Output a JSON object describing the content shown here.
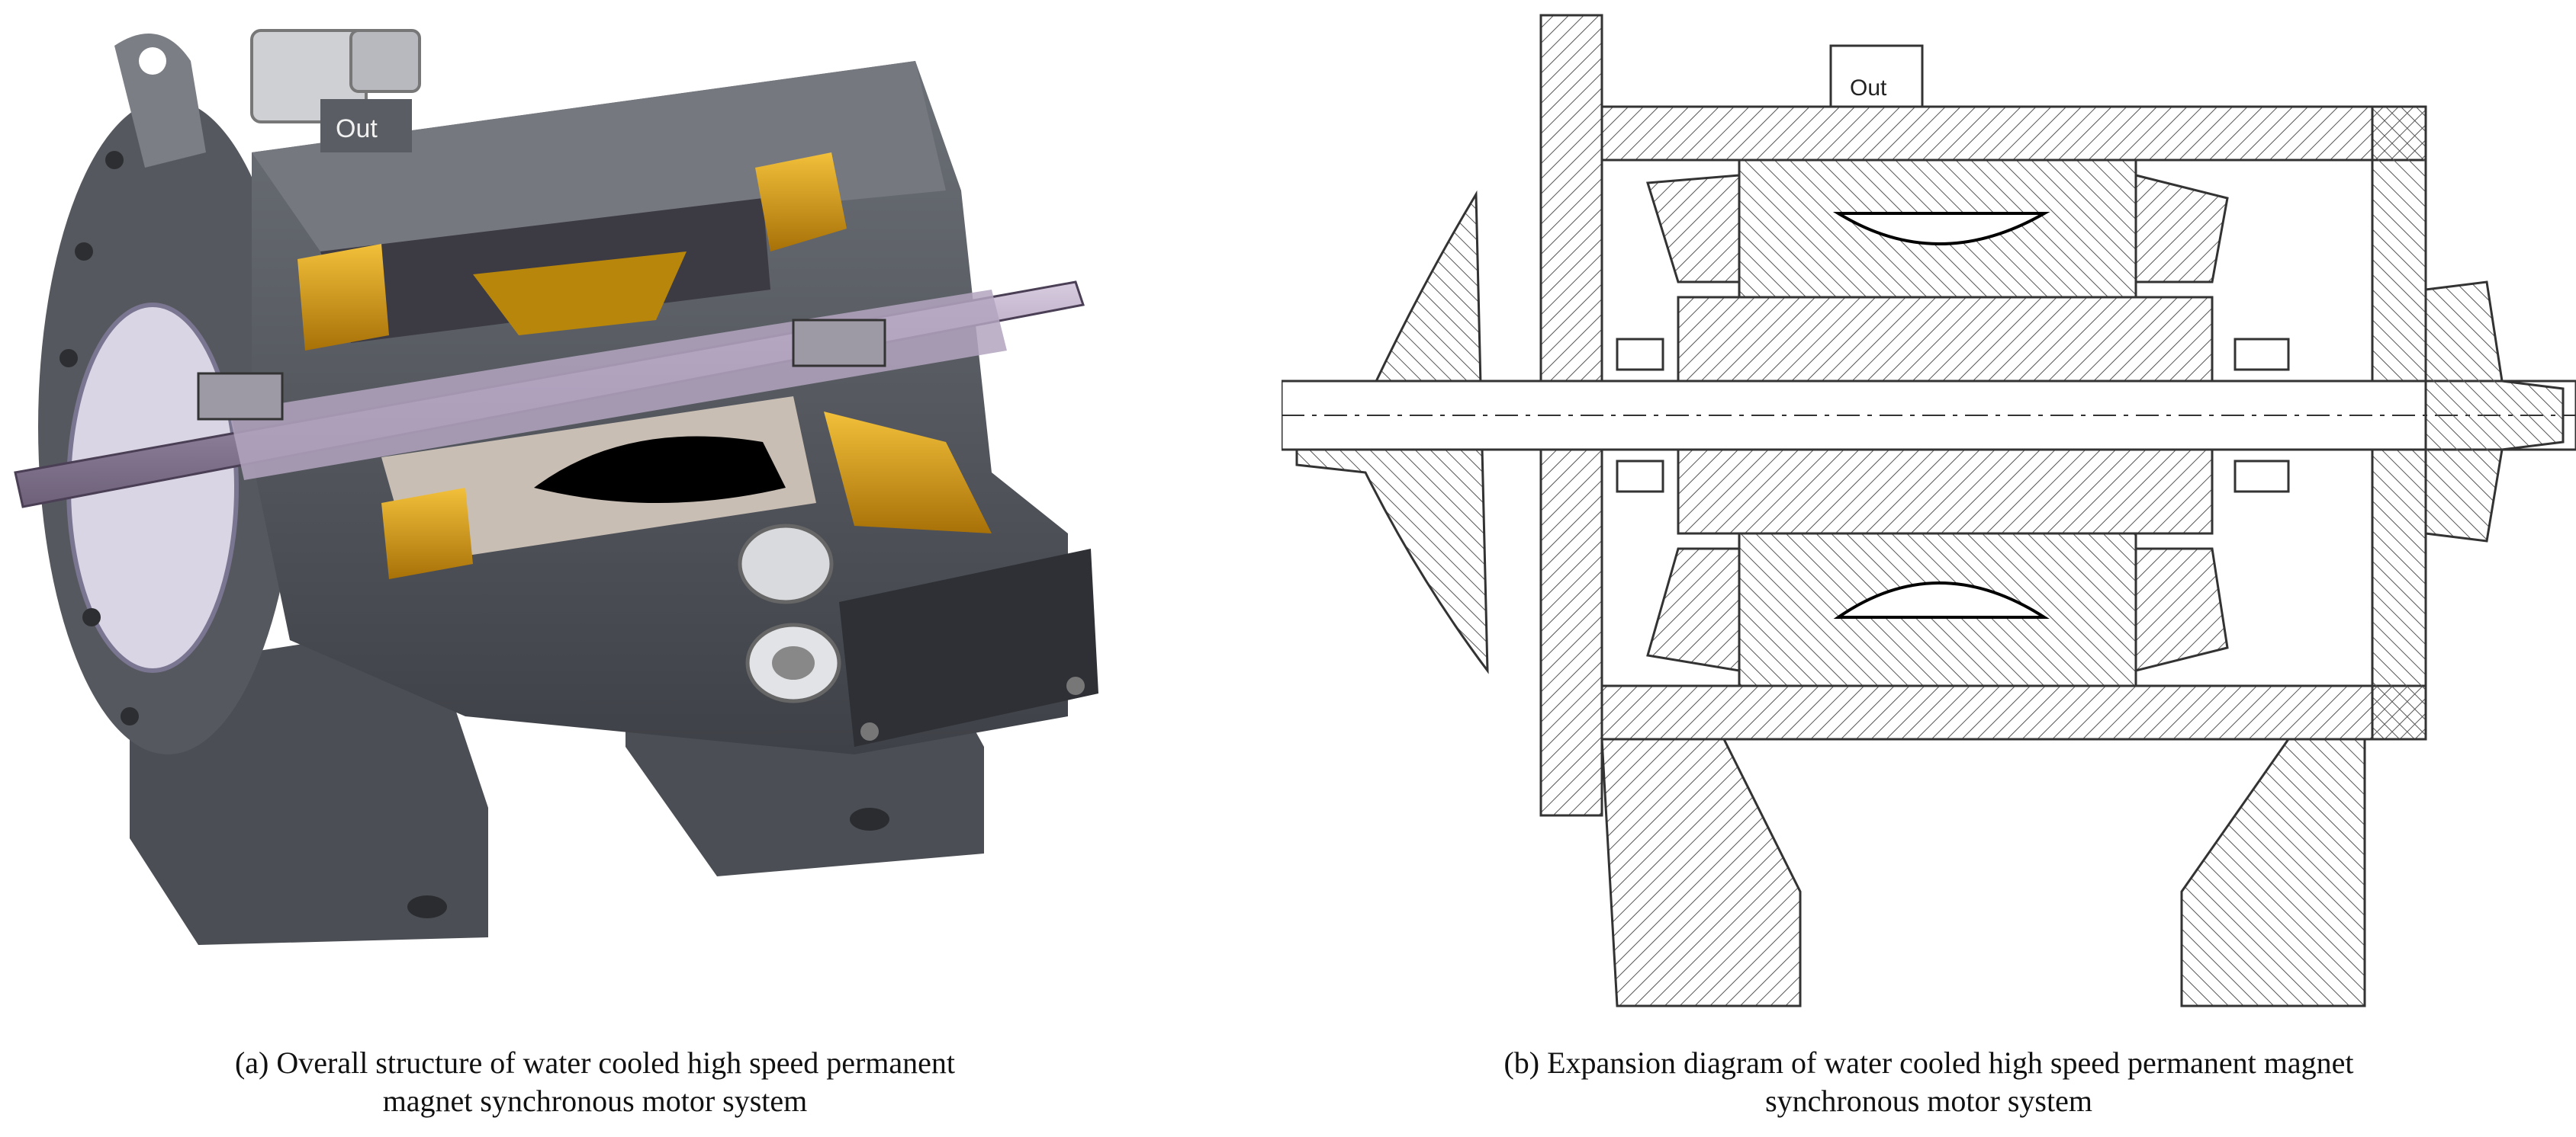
{
  "figure": {
    "panel_a": {
      "caption_line1": "(a) Overall structure of water cooled high speed permanent",
      "caption_line2": "magnet synchronous motor system",
      "label_out": "Out"
    },
    "panel_b": {
      "caption_line1": "(b) Expansion diagram of water cooled high speed permanent magnet",
      "caption_line2": "synchronous motor system",
      "label_out": "Out"
    }
  },
  "colors": {
    "housing": "#5d6066",
    "housing_light": "#8a8d93",
    "winding": "#d99c12",
    "shaft": "#b8a9c4",
    "magnet": "#000000",
    "hatch": "#555555"
  }
}
